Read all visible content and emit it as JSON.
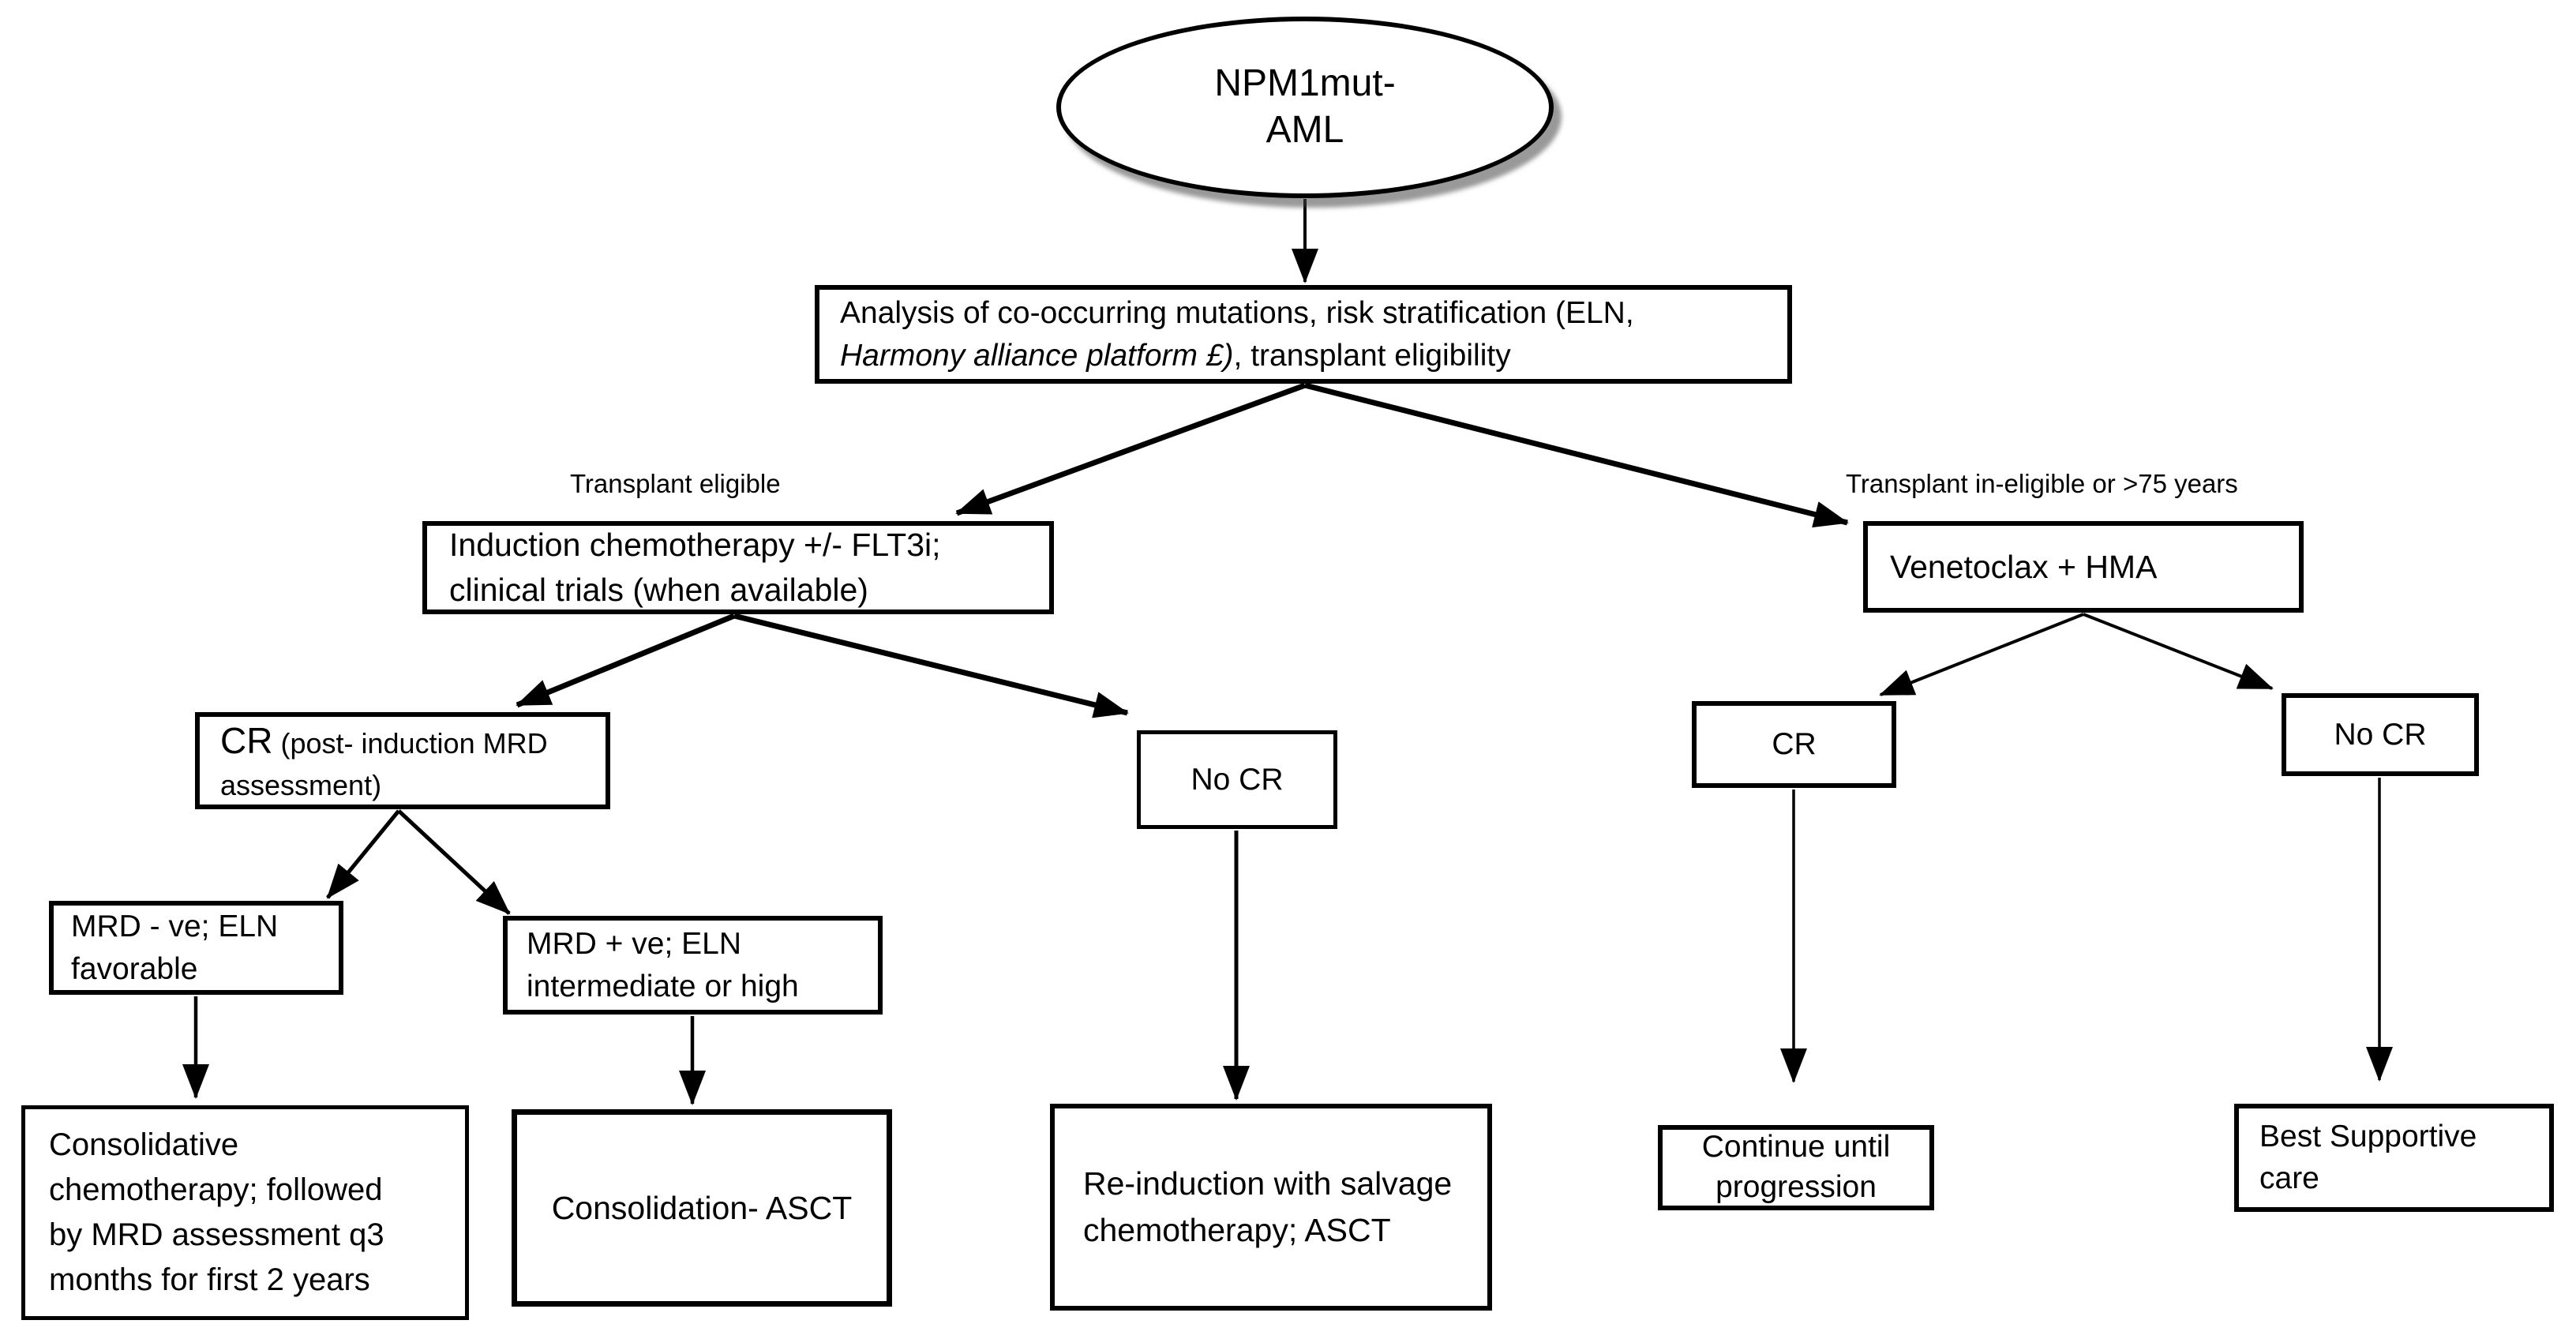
{
  "diagram_title": "NPM1mut-AML treatment flowchart",
  "colors": {
    "ink": "#000000",
    "background": "#ffffff"
  },
  "root": {
    "lines": [
      "NPM1mut-",
      "AML"
    ]
  },
  "analysis": {
    "line1": "Analysis of co-occurring mutations, risk stratification (ELN,",
    "line2_italic": "Harmony alliance platform £)",
    "line2_rest": ", transplant eligibility"
  },
  "branch_labels": {
    "left": "Transplant eligible",
    "right": "Transplant in-eligible or >75 years"
  },
  "induction": {
    "lines": [
      "Induction chemotherapy +/- FLT3i;",
      "clinical trials (when available)"
    ]
  },
  "venetoclax": {
    "label": "Venetoclax + HMA"
  },
  "cr_left": {
    "main": "CR",
    "sub1": " (post- induction MRD",
    "sub2": "assessment)"
  },
  "no_cr_left": {
    "label": "No CR"
  },
  "mrd_negative": {
    "lines": [
      "MRD - ve; ELN",
      "favorable"
    ]
  },
  "mrd_positive": {
    "lines": [
      "MRD + ve; ELN",
      "intermediate or high"
    ]
  },
  "consolidative": {
    "lines": [
      "Consolidative",
      "chemotherapy; followed",
      "by MRD assessment q3",
      "months for first 2 years"
    ]
  },
  "consolidation_asct": {
    "label": "Consolidation- ASCT"
  },
  "reinduction": {
    "lines": [
      "Re-induction with salvage",
      "chemotherapy; ASCT"
    ]
  },
  "cr_right": {
    "label": "CR"
  },
  "no_cr_right": {
    "label": "No CR"
  },
  "continue_box": {
    "lines": [
      "Continue until",
      "progression"
    ]
  },
  "best_supportive": {
    "lines": [
      "Best Supportive",
      "care"
    ]
  }
}
